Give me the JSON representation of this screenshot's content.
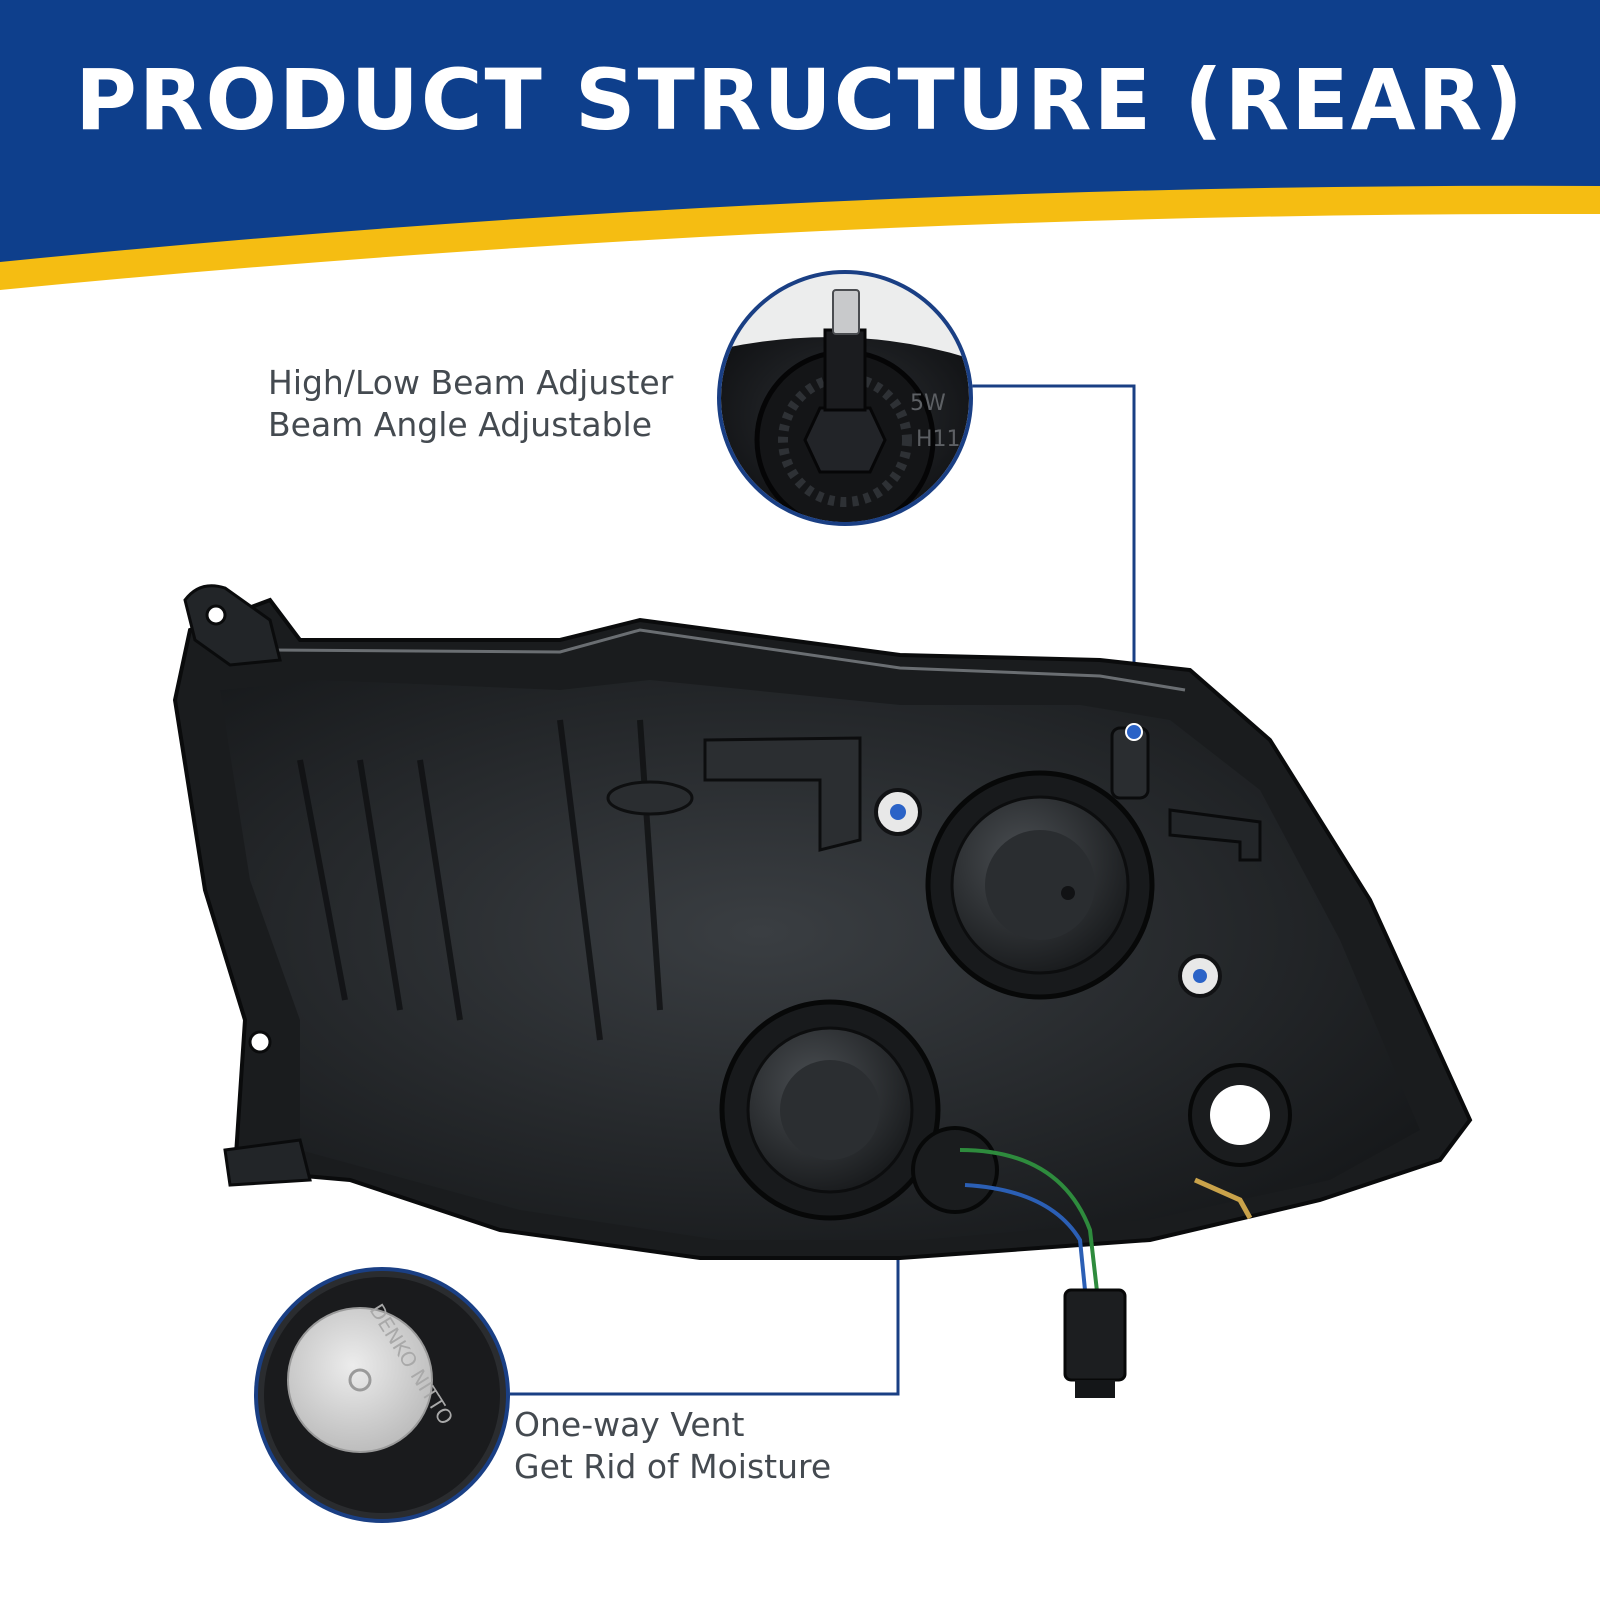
{
  "header": {
    "title": "PRODUCT STRUCTURE (REAR)"
  },
  "callouts": {
    "beam_adjuster": {
      "line1": "High/Low Beam Adjuster",
      "line2": "Beam Angle Adjustable"
    },
    "vent": {
      "line1": "One-way Vent",
      "line2": "Get Rid of Moisture"
    }
  },
  "inset_labels": {
    "bulb_marking_1": "5W",
    "bulb_marking_2": "H11",
    "vent_cap_text": "DENKO NITTO"
  },
  "colors": {
    "banner_blue": "#0e3f8c",
    "accent_yellow": "#f5bd12",
    "leader_line": "#1a3f84",
    "housing_dark": "#1e2124"
  }
}
